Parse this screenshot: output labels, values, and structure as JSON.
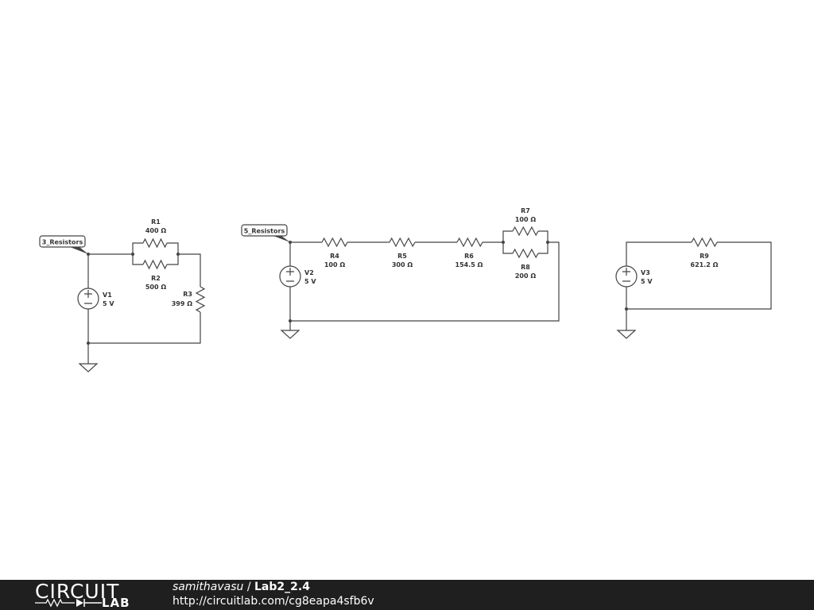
{
  "circuit_1": {
    "net_label": "3_Resistors",
    "V1": {
      "name": "V1",
      "value": "5 V"
    },
    "R1": {
      "name": "R1",
      "value": "400 Ω"
    },
    "R2": {
      "name": "R2",
      "value": "500 Ω"
    },
    "R3": {
      "name": "R3",
      "value": "399 Ω"
    }
  },
  "circuit_2": {
    "net_label": "5_Resistors",
    "V2": {
      "name": "V2",
      "value": "5 V"
    },
    "R4": {
      "name": "R4",
      "value": "100 Ω"
    },
    "R5": {
      "name": "R5",
      "value": "300 Ω"
    },
    "R6": {
      "name": "R6",
      "value": "154.5 Ω"
    },
    "R7": {
      "name": "R7",
      "value": "100 Ω"
    },
    "R8": {
      "name": "R8",
      "value": "200 Ω"
    }
  },
  "circuit_3": {
    "V3": {
      "name": "V3",
      "value": "5 V"
    },
    "R9": {
      "name": "R9",
      "value": "621.2 Ω"
    }
  },
  "footer": {
    "logo_top": "CIRCUIT",
    "logo_bottom": "LAB",
    "user": "samithavasu",
    "separator": " / ",
    "title": "Lab2_2.4",
    "url": "http://circuitlab.com/cg8eapa4sfb6v"
  }
}
